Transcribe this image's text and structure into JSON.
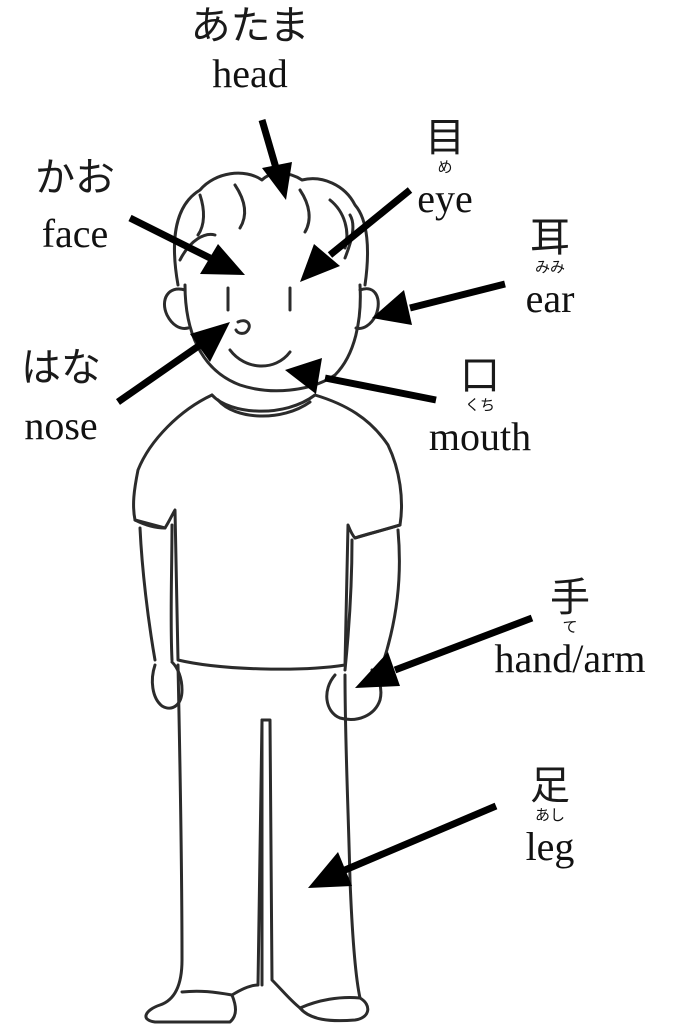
{
  "labels": {
    "head": {
      "jp": "あたま",
      "en": "head"
    },
    "face": {
      "jp": "かお",
      "en": "face"
    },
    "eye": {
      "jp": "目",
      "furigana": "め",
      "en": "eye"
    },
    "ear": {
      "jp": "耳",
      "furigana": "みみ",
      "en": "ear"
    },
    "nose": {
      "jp": "はな",
      "en": "nose"
    },
    "mouth": {
      "jp": "口",
      "furigana": "くち",
      "en": "mouth"
    },
    "hand": {
      "jp": "手",
      "furigana": "て",
      "en": "hand/arm"
    },
    "leg": {
      "jp": "足",
      "furigana": "あし",
      "en": "leg"
    }
  },
  "colors": {
    "line": "#2b2b2b",
    "arrow": "#000000",
    "background": "#ffffff"
  }
}
